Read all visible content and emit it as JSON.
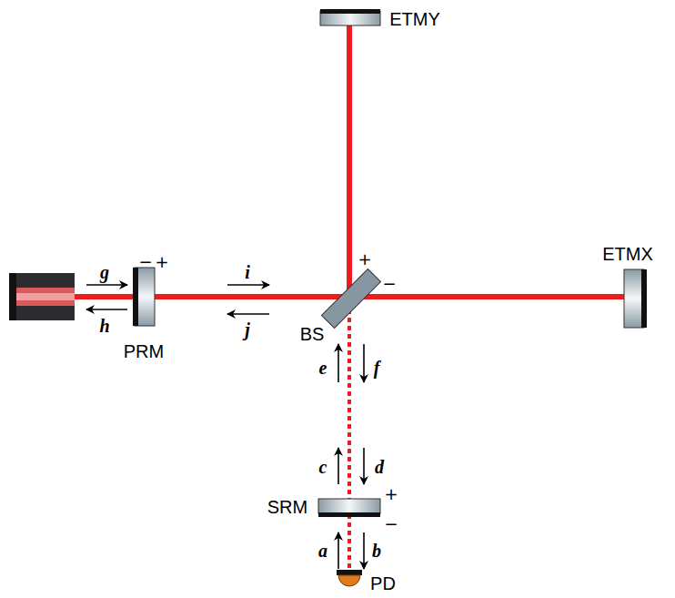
{
  "diagram": {
    "labels": [
      "ETMY",
      "ETMX",
      "PRM",
      "BS",
      "SRM",
      "PD",
      "g",
      "h",
      "i",
      "j",
      "e",
      "f",
      "c",
      "d",
      "a",
      "b",
      "−",
      "+",
      "+",
      "−",
      "+",
      "−"
    ]
  }
}
